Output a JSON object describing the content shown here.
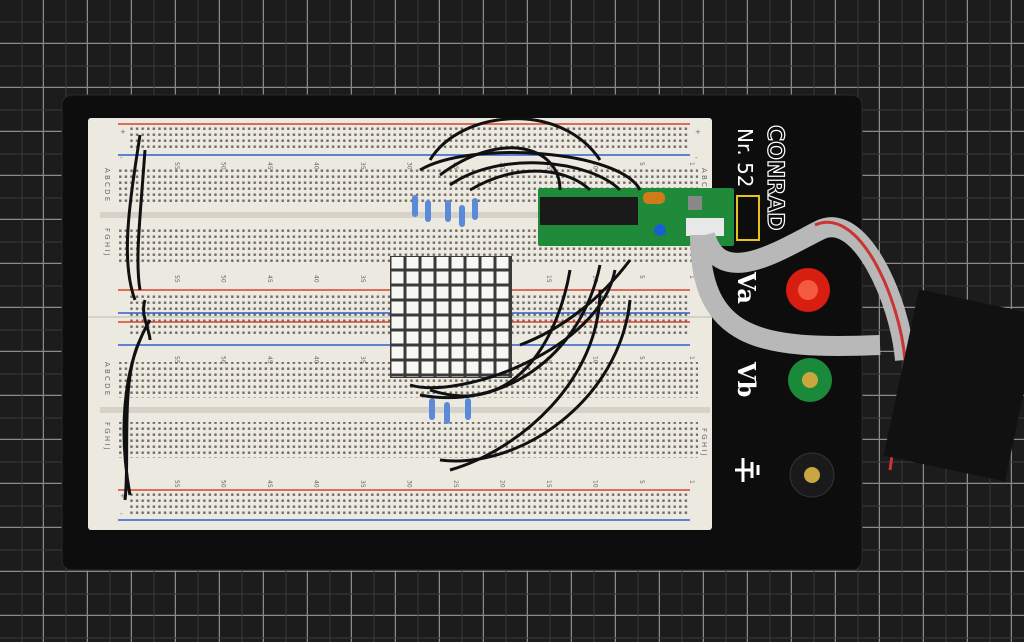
{
  "board": {
    "model": "Nr. 52",
    "brand_logo": "CONRAD",
    "terminal_a": "Va",
    "terminal_b": "Vb",
    "terminal_ground_icon": "ground-symbol-icon"
  },
  "breadboard": {
    "column_numbers": [
      "55",
      "50",
      "45",
      "40",
      "35",
      "30",
      "25",
      "20",
      "15",
      "10",
      "5",
      "1"
    ],
    "row_letters_top": "A B C D E",
    "row_letters_bottom": "F G H I J",
    "rail_plus": "+",
    "rail_minus": "-"
  },
  "colors": {
    "background": "#1c1c1c",
    "grid": "#8a8a8a",
    "board": "#0d0d0d",
    "breadboard": "#ece9e1",
    "rail_red": "#d8442c",
    "rail_blue": "#2f5fd0",
    "pcb": "#1f8a3a",
    "terminal_red": "#d81e10",
    "terminal_green": "#1a8a3a"
  }
}
